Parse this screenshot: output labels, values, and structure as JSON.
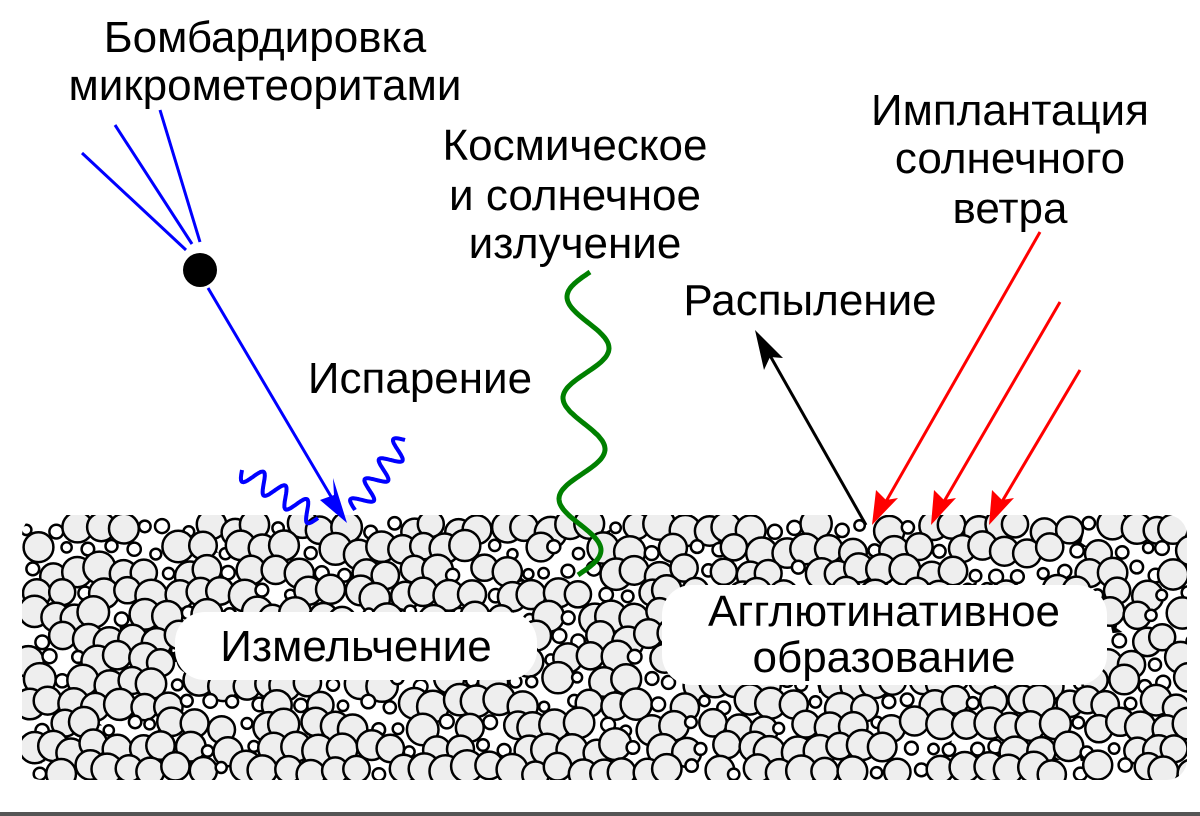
{
  "labels": {
    "bombardment": [
      "Бомбардировка",
      "микрометеоритами"
    ],
    "radiation": [
      "Космическое",
      "и солнечное",
      "излучение"
    ],
    "implantation": [
      "Имплантация",
      "солнечного",
      "ветра"
    ],
    "sputtering": "Распыление",
    "vaporization": "Испарение",
    "comminution": "Измельчение",
    "agglutinate": [
      "Агглютинативное",
      "образование"
    ]
  },
  "colors": {
    "micrometeorite": "#0000ff",
    "radiation": "#008000",
    "solar_wind": "#ff0000",
    "sputtering": "#000000",
    "grain_fill": "#eeeeee"
  }
}
